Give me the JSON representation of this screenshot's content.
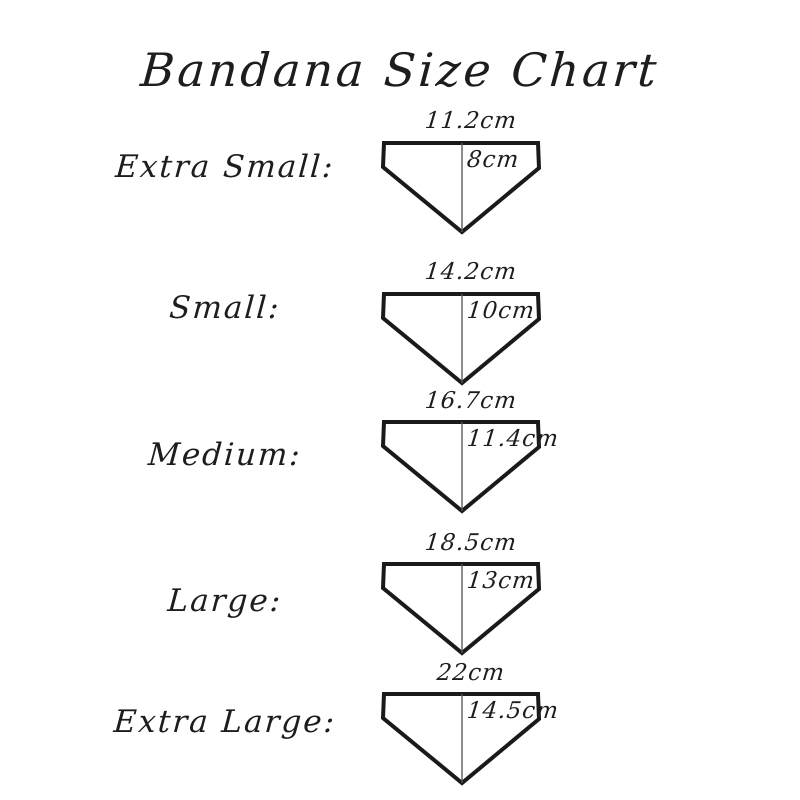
{
  "title": "Bandana Size Chart",
  "rows": [
    {
      "size": "Extra Small:",
      "width": "11.2cm",
      "height": "8cm"
    },
    {
      "size": "Small:",
      "width": "14.2cm",
      "height": "10cm"
    },
    {
      "size": "Medium:",
      "width": "16.7cm",
      "height": "11.4cm"
    },
    {
      "size": "Large:",
      "width": "18.5cm",
      "height": "13cm"
    },
    {
      "size": "Extra Large:",
      "width": "22cm",
      "height": "14.5cm"
    }
  ],
  "colors": {
    "ink": "#1d1d1d",
    "outline": "#1a1a1a",
    "center_line": "#5a5a5a",
    "background": "#ffffff"
  }
}
